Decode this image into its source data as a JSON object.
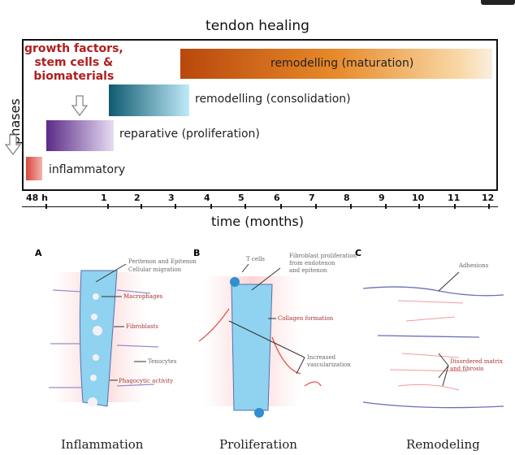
{
  "title": "tendon healing",
  "y_label": "phases",
  "x_label": "time (months)",
  "annotation": "growth factors, stem cells & biomaterials",
  "annotation_lines": [
    "growth factors,",
    "stem cells &",
    "biomaterials"
  ],
  "phases": [
    {
      "name": "inflammatory",
      "start": "0",
      "end": "48 h",
      "color": "#d9463e"
    },
    {
      "name": "reparative (proliferation)",
      "start": "48 h",
      "end": "1",
      "color": "#5b2a86"
    },
    {
      "name": "remodelling (consolidation)",
      "start": "1",
      "end": "3",
      "color": "#0f5a70"
    },
    {
      "name": "remodelling (maturation)",
      "start": "3",
      "end": "12",
      "color": "#c0500e"
    }
  ],
  "ticks": [
    "48 h",
    "1",
    "2",
    "3",
    "4",
    "5",
    "6",
    "7",
    "8",
    "9",
    "10",
    "11",
    "12"
  ],
  "panels": [
    {
      "letter": "A",
      "caption": "Inflammation",
      "labels": [
        "Peritenon and Epitenon",
        "Cellular migration",
        "Macrophages",
        "Fibroblasts",
        "Tenocytes",
        "Phagocytic activity"
      ]
    },
    {
      "letter": "B",
      "caption": "Proliferation",
      "labels": [
        "T cells",
        "Fibroblast proliferation",
        "from endotenon",
        "and epitenon",
        "Collagen formation",
        "Increased",
        "vascularization"
      ]
    },
    {
      "letter": "C",
      "caption": "Remodeling",
      "labels": [
        "Adhesions",
        "Disordered matrix",
        "and fibrosis"
      ]
    }
  ]
}
